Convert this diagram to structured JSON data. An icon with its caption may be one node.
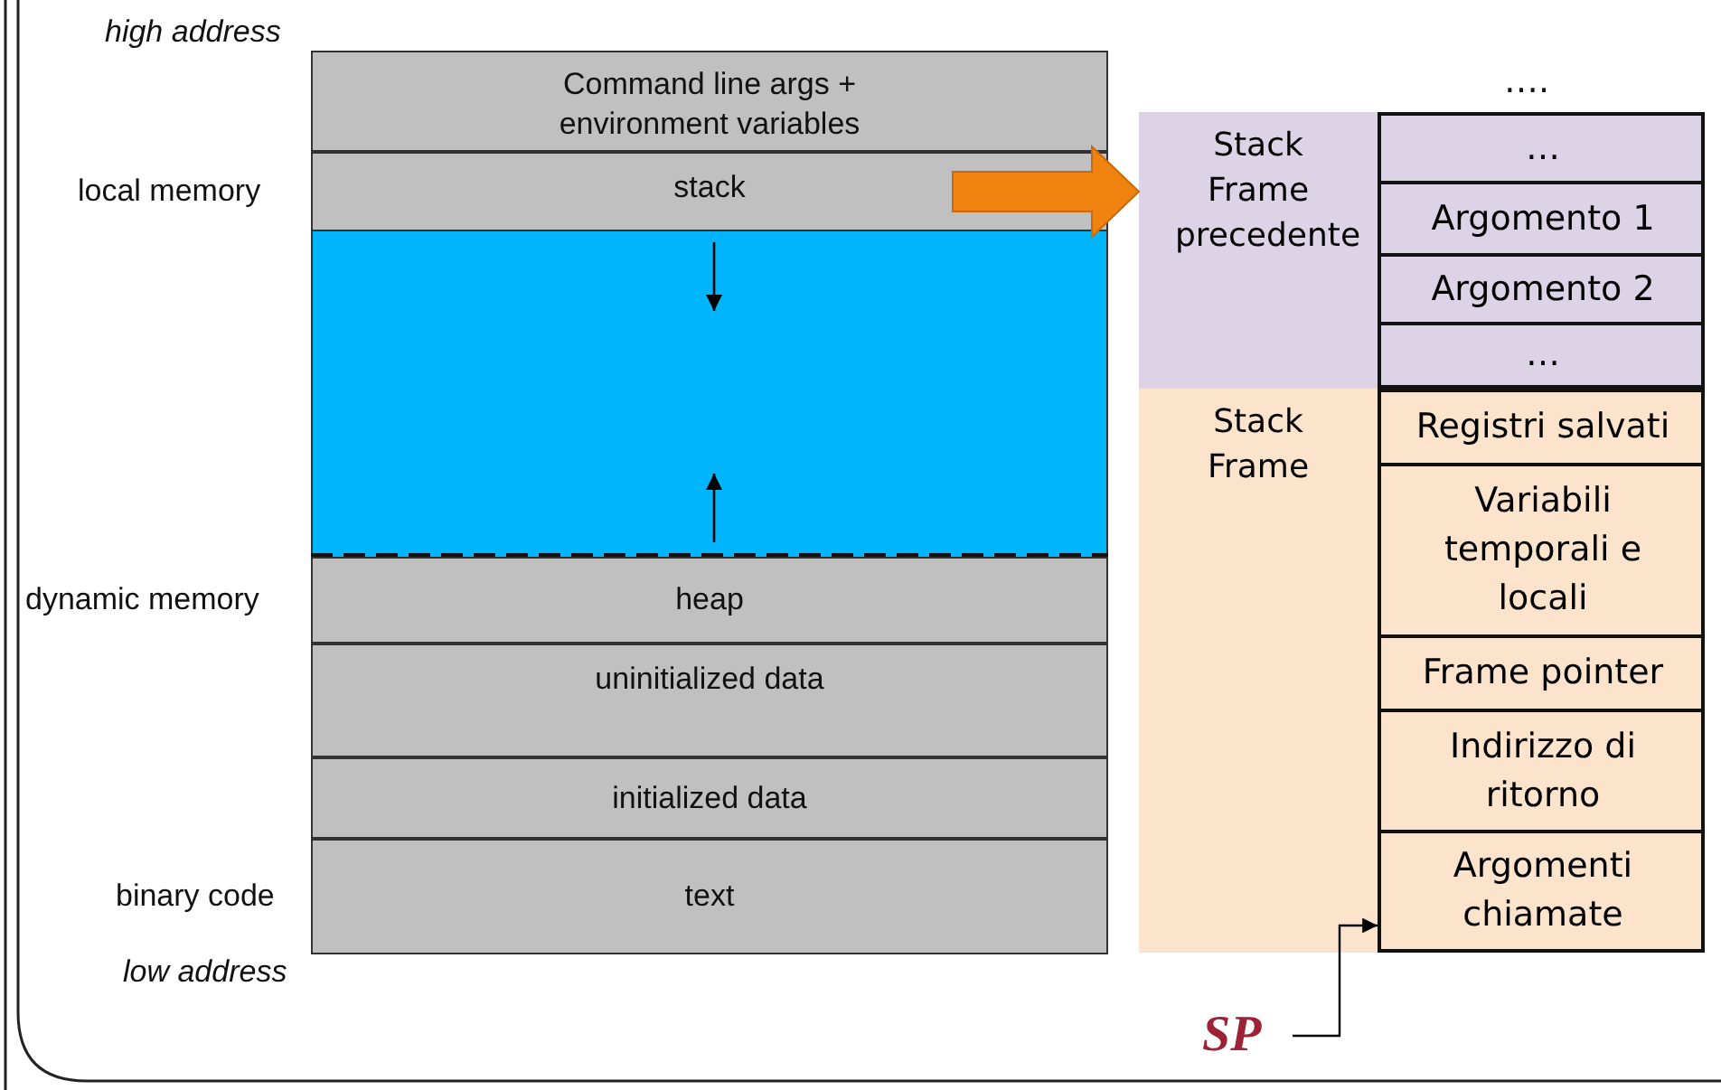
{
  "diagram": {
    "nodes": [
      {
        "text": [
          "Command line args + environment variables"
        ]
      },
      {
        "text": [
          "stack"
        ]
      },
      {
        "text": [],
        "shape": "box"
      },
      {
        "text": [
          "heap"
        ]
      },
      {
        "text": [
          "uninitialized data"
        ]
      },
      {
        "text": [
          "initialized data"
        ]
      },
      {
        "text": [
          "text"
        ]
      },
      {
        "text": [
          "Stack Frame precedente"
        ]
      },
      {
        "text": [
          "…"
        ],
        "in": 7
      },
      {
        "text": [
          "Argomento 1"
        ],
        "in": 7
      },
      {
        "text": [
          "Argomento 2"
        ],
        "in": 7
      },
      {
        "text": [
          "…"
        ],
        "in": 7
      },
      {
        "text": [
          "Stack Frame"
        ]
      },
      {
        "text": [
          "Registri salvati"
        ],
        "in": 12
      },
      {
        "text": [
          "Variabili temporali e locali"
        ],
        "in": 12
      },
      {
        "text": [
          "Frame pointer"
        ],
        "in": 12
      },
      {
        "text": [
          "Indirizzo di ritorno"
        ],
        "in": 12
      },
      {
        "text": [
          "Argomenti chiamate"
        ],
        "in": 12
      },
      {
        "text": [
          "SP"
        ]
      }
    ],
    "edges": [
      {
        "from": 1,
        "to": 7,
        "arrow": "to",
        "style": "thick",
        "color": "#f0820f"
      },
      {
        "from": 18,
        "to": 17,
        "arrow": "to"
      }
    ],
    "labels": [
      "high address",
      "local memory",
      "dynamic memory",
      "binary code",
      "low address",
      "…."
    ]
  }
}
